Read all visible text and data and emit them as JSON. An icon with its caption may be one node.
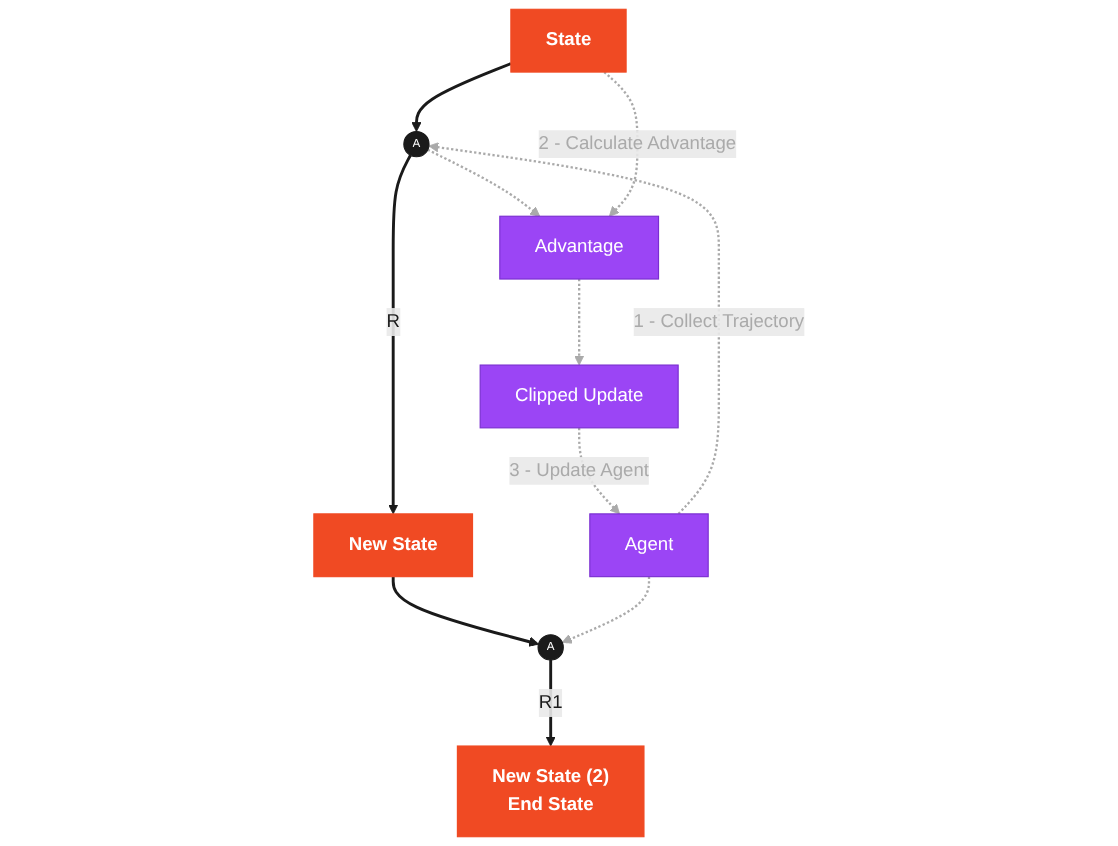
{
  "diagram": {
    "nodes": [
      {
        "text": [
          "State"
        ]
      },
      {
        "text": [
          "A"
        ]
      },
      {
        "text": [
          "Advantage"
        ]
      },
      {
        "text": [
          "Agent"
        ]
      },
      {
        "text": [
          "New State"
        ]
      },
      {
        "text": [
          "Clipped Update"
        ]
      },
      {
        "text": [
          "A"
        ]
      },
      {
        "text": [
          "New State (2)",
          "End State"
        ]
      }
    ],
    "edges": [
      {
        "from": 0,
        "to": 1,
        "arrow": "to",
        "color": "#1a1a1a"
      },
      {
        "from": 1,
        "to": 4,
        "arrow": "to",
        "label": "R",
        "color": "#1a1a1a"
      },
      {
        "from": 4,
        "to": 6,
        "arrow": "to",
        "color": "#1a1a1a"
      },
      {
        "from": 6,
        "to": 7,
        "arrow": "to",
        "label": "R1",
        "color": "#1a1a1a"
      },
      {
        "from": 3,
        "to": 1,
        "arrow": "to",
        "label": "1 - Collect Trajectory",
        "style": "dashed"
      },
      {
        "from": 3,
        "to": 6,
        "arrow": "to",
        "style": "dashed"
      },
      {
        "from": 1,
        "to": 2,
        "arrow": "to",
        "style": "dashed"
      },
      {
        "from": 0,
        "to": 2,
        "arrow": "to",
        "label": "2 - Calculate Advantage",
        "style": "dashed"
      },
      {
        "from": 2,
        "to": 5,
        "arrow": "to",
        "style": "dashed"
      },
      {
        "from": 5,
        "to": 3,
        "arrow": "to",
        "label": "3 - Update Agent",
        "style": "dashed"
      }
    ]
  }
}
